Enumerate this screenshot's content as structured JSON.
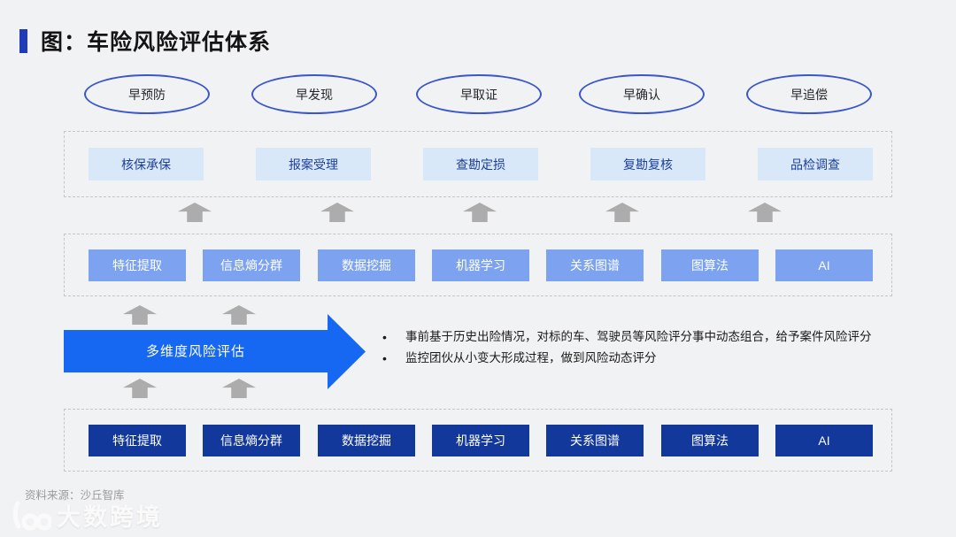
{
  "title": "图：车险风险评估体系",
  "stages": [
    "早预防",
    "早发现",
    "早取证",
    "早确认",
    "早追偿"
  ],
  "process_row": [
    "核保承保",
    "报案受理",
    "查勘定损",
    "复勘复核",
    "品检调查"
  ],
  "tech_row": [
    "特征提取",
    "信息熵分群",
    "数据挖掘",
    "机器学习",
    "关系图谱",
    "图算法",
    "AI"
  ],
  "model_row": [
    "特征提取",
    "信息熵分群",
    "数据挖掘",
    "机器学习",
    "关系图谱",
    "图算法",
    "AI"
  ],
  "main_arrow": {
    "label": "多维度风险评估"
  },
  "bullet_marker": "•",
  "bullets": [
    "事前基于历史出险情况，对标的车、驾驶员等风险评分事中动态组合，给予案件风险评分",
    "监控团伙从小变大形成过程，做到风险动态评分"
  ],
  "source": "资料来源：沙丘智库",
  "watermark": "大数跨境",
  "colors": {
    "accent_blue": "#1668f2",
    "title_bar_blue": "#1f3bb8",
    "ellipse_border": "#3a56c8",
    "process_box_bg": "#d9e8f8",
    "process_box_text": "#1d3f9c",
    "tech_box_bg": "#7da3f0",
    "model_box_bg": "#12389c",
    "arrow_gray": "#acacac",
    "background": "#f1f2f3"
  }
}
